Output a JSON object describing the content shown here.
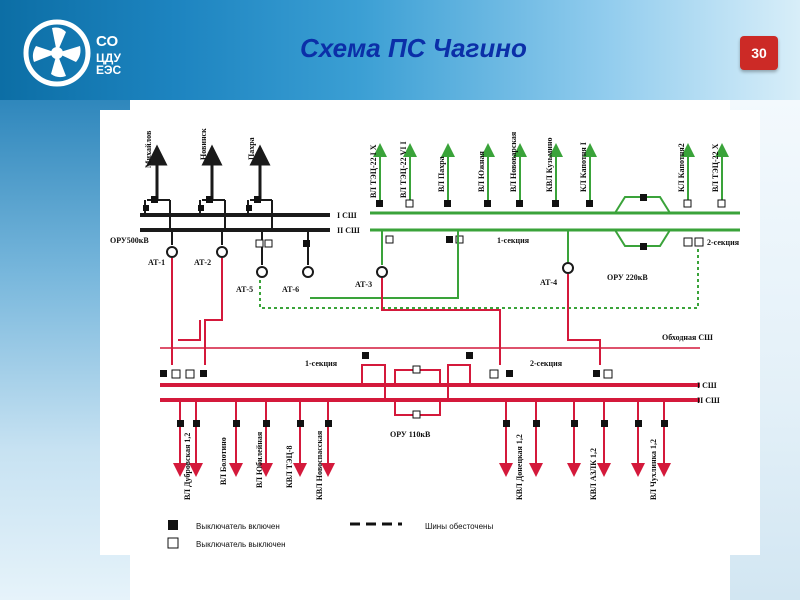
{
  "header": {
    "title": "Схема ПС Чагино",
    "page_number": "30",
    "brand_line1": "СО",
    "brand_line2": "ЦДУ",
    "brand_line3": "ЕЭС"
  },
  "ru500": {
    "lines": [
      "Михайлов",
      "Новинск",
      "Пахра"
    ],
    "buses": [
      "I СШ",
      "II СШ"
    ],
    "label": "ОРУ500кВ",
    "autotransformers": [
      "АТ-1",
      "АТ-2",
      "АТ-5",
      "АТ-6"
    ]
  },
  "ru220": {
    "lines": [
      "ВЛ ТЭЦ-22 I X",
      "ВЛ ТЭЦ-22 VI I",
      "ВЛ Пахра",
      "ВЛ Южная",
      "ВЛ Нововарская",
      "КВЛ Кузьмино",
      "КЛ Капотня I",
      "КЛ Капотня2",
      "ВЛ ТЭЦ-22 X"
    ],
    "buses": [
      "I СШ",
      "II СШ"
    ],
    "section1": "1-секция",
    "section2": "2-секция",
    "label": "ОРУ 220кВ",
    "autotransformers": [
      "АТ-3",
      "АТ-4"
    ]
  },
  "ru110": {
    "bypass_label": "Обходная СШ",
    "buses": [
      "I СШ",
      "II СШ"
    ],
    "section1": "1-секция",
    "section2": "2-секция",
    "label": "ОРУ 110кВ",
    "lines": [
      "ВЛ Дубровская 1,2",
      "ВЛ Болотино",
      "ВЛ Юбилейная",
      "КВЛ ТЭЦ-8",
      "КВЛ Новоспасская",
      "КВЛ Донецкая 1,2",
      "КВЛ АЗЛК 1,2",
      "ВЛ Чухлинка 1,2"
    ]
  },
  "legend": {
    "on": "Выключатель включен",
    "off": "Выключатель выключен",
    "dashed": "Шины обесточены"
  },
  "colors": {
    "kv500": "#1a1a1a",
    "kv220": "#3aa33a",
    "kv110": "#d4193b",
    "title": "#0b2fa8"
  }
}
